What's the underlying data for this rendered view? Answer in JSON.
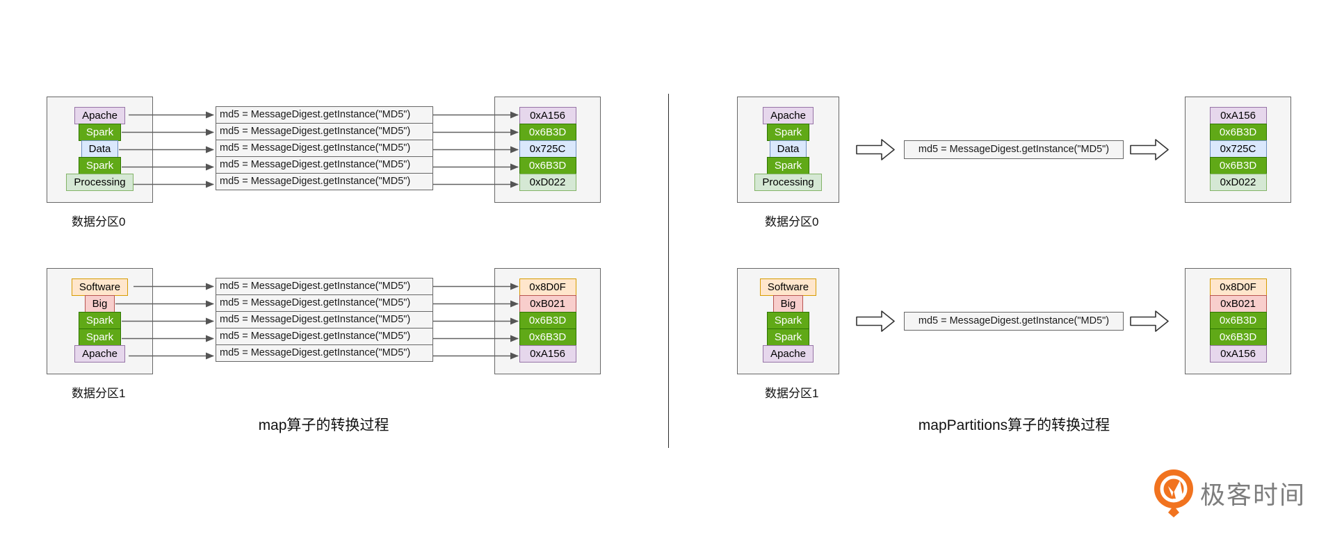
{
  "colors": {
    "purple": {
      "fill": "#e6d7ec",
      "border": "#9673a6",
      "text": "#000000"
    },
    "green": {
      "fill": "#60a917",
      "border": "#2d7600",
      "text": "#ffffff"
    },
    "blue": {
      "fill": "#dae8fc",
      "border": "#6c8ebf",
      "text": "#000000"
    },
    "lightgreen": {
      "fill": "#d5e8d4",
      "border": "#82b366",
      "text": "#000000"
    },
    "orange": {
      "fill": "#ffe6cc",
      "border": "#d79b00",
      "text": "#000000"
    },
    "red": {
      "fill": "#f8cecc",
      "border": "#b85450",
      "text": "#000000"
    }
  },
  "md5_label": "md5 = MessageDigest.getInstance(\"MD5\")",
  "partition0": {
    "label": "数据分区0",
    "items": [
      {
        "text": "Apache",
        "color": "purple"
      },
      {
        "text": "Spark",
        "color": "green"
      },
      {
        "text": "Data",
        "color": "blue"
      },
      {
        "text": "Spark",
        "color": "green"
      },
      {
        "text": "Processing",
        "color": "lightgreen"
      }
    ]
  },
  "partition1": {
    "label": "数据分区1",
    "items": [
      {
        "text": "Software",
        "color": "orange"
      },
      {
        "text": "Big",
        "color": "red"
      },
      {
        "text": "Spark",
        "color": "green"
      },
      {
        "text": "Spark",
        "color": "green"
      },
      {
        "text": "Apache",
        "color": "purple"
      }
    ]
  },
  "hashes0": [
    {
      "text": "0xA156",
      "color": "purple"
    },
    {
      "text": "0x6B3D",
      "color": "green"
    },
    {
      "text": "0x725C",
      "color": "blue"
    },
    {
      "text": "0x6B3D",
      "color": "green"
    },
    {
      "text": "0xD022",
      "color": "lightgreen"
    }
  ],
  "hashes1": [
    {
      "text": "0x8D0F",
      "color": "orange"
    },
    {
      "text": "0xB021",
      "color": "red"
    },
    {
      "text": "0x6B3D",
      "color": "green"
    },
    {
      "text": "0x6B3D",
      "color": "green"
    },
    {
      "text": "0xA156",
      "color": "purple"
    }
  ],
  "left": {
    "title": "map算子的转换过程"
  },
  "right": {
    "title": "mapPartitions算子的转换过程"
  },
  "logo": {
    "text": "极客时间",
    "accent": "#f1731f"
  }
}
